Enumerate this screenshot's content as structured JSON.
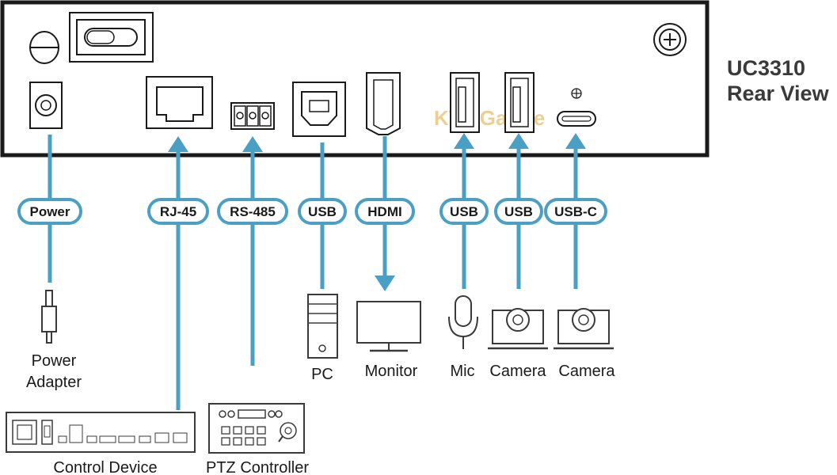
{
  "title": {
    "model": "UC3310",
    "view": "Rear View"
  },
  "watermark": {
    "part1": "KVM",
    "part2": "Galore"
  },
  "colors": {
    "cable": "#4a9fc4",
    "outline": "#1a1a1a",
    "device": "#3a3a3a",
    "watermark": "#e8c070"
  },
  "connections": [
    {
      "label": "Power",
      "device": "Power Adapter",
      "device_lines": [
        "Power",
        "Adapter"
      ],
      "direction": "none"
    },
    {
      "label": "RJ-45",
      "device": "Control Device",
      "direction": "to-unit"
    },
    {
      "label": "RS-485",
      "device": "PTZ Controller",
      "direction": "to-unit"
    },
    {
      "label": "USB",
      "device": "PC",
      "direction": "none"
    },
    {
      "label": "HDMI",
      "device": "Monitor",
      "direction": "to-device"
    },
    {
      "label": "USB",
      "device": "Mic",
      "direction": "to-unit"
    },
    {
      "label": "USB",
      "device": "Camera",
      "direction": "to-unit"
    },
    {
      "label": "USB-C",
      "device": "Camera",
      "direction": "to-unit"
    }
  ],
  "icons": [
    "dc-jack-icon",
    "power-switch-icon",
    "rj45-port-icon",
    "terminal-block-icon",
    "usb-b-port-icon",
    "hdmi-port-icon",
    "usb-a-port-icon",
    "usb-c-port-icon",
    "ground-screw-icon",
    "plug-icon",
    "pc-tower-icon",
    "monitor-icon",
    "microphone-icon",
    "ptz-camera-icon",
    "control-device-icon",
    "ptz-controller-icon"
  ]
}
